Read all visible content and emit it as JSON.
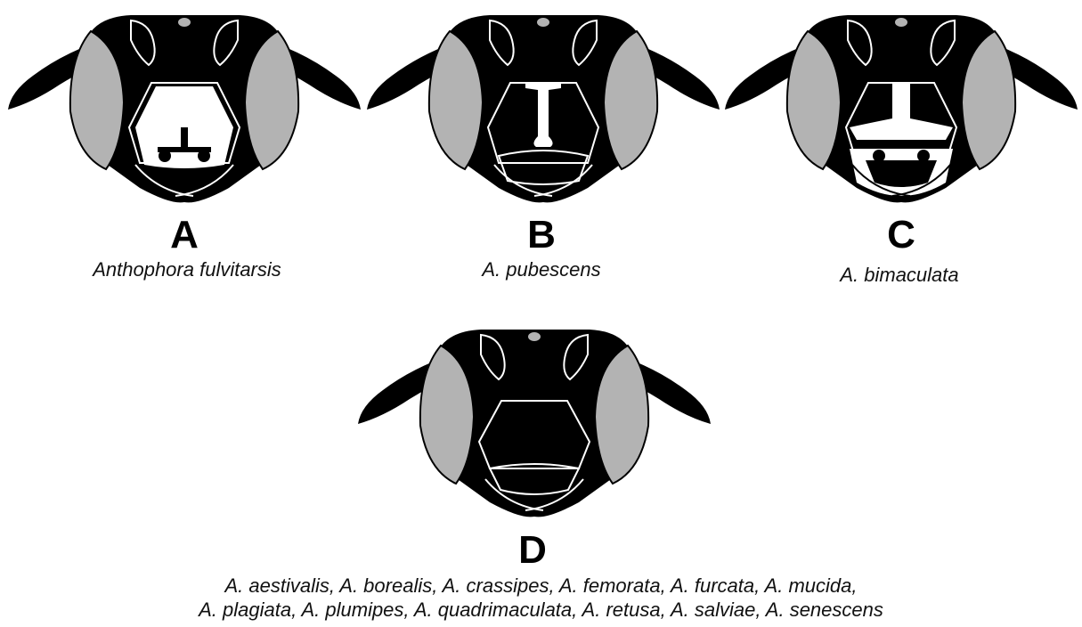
{
  "figure": {
    "panels": [
      {
        "id": "A",
        "letter": "A",
        "caption": "Anthophora fulvitarsis",
        "face_pattern": "extensive white clypeus and labrum"
      },
      {
        "id": "B",
        "letter": "B",
        "caption": "A. pubescens",
        "face_pattern": "white T-shaped mark on clypeus"
      },
      {
        "id": "C",
        "letter": "C",
        "caption": "A. bimaculata",
        "face_pattern": "white clypeus mark and white paraocular areas"
      },
      {
        "id": "D",
        "letter": "D",
        "caption_lines": [
          "A. aestivalis, A. borealis, A. crassipes, A. femorata, A. furcata, A. mucida,",
          "A. plagiata, A. plumipes, A. quadrimaculata, A. retusa, A. salviae, A. senescens"
        ],
        "face_pattern": "entirely black face"
      }
    ],
    "colors": {
      "head": "#000000",
      "eye": "#b3b3b3",
      "mark": "#ffffff",
      "outline": "#ffffff"
    }
  }
}
